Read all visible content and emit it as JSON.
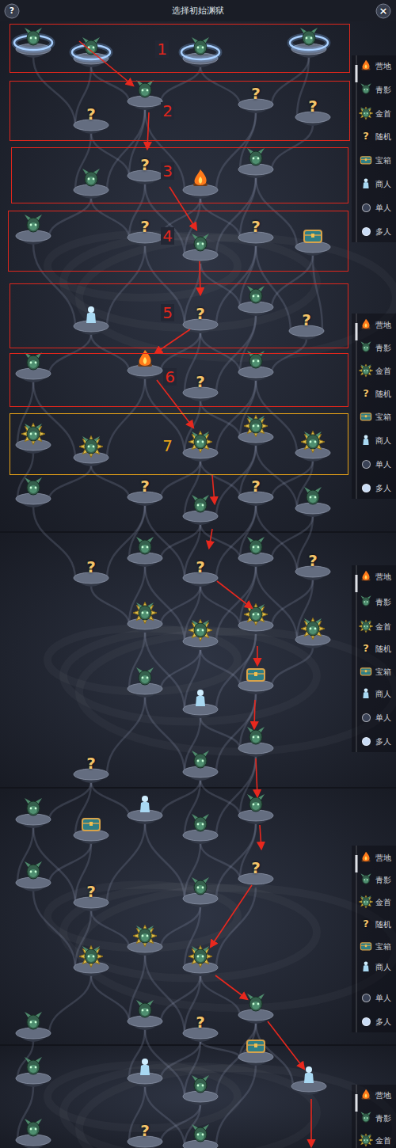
{
  "diagram": {
    "title": "选择初始渊狱",
    "nodes": [
      {
        "text": [
          "1"
        ]
      },
      {
        "text": [
          "2"
        ]
      },
      {
        "text": [
          "3"
        ]
      },
      {
        "text": [
          "4"
        ]
      },
      {
        "text": [
          "5"
        ]
      },
      {
        "text": [
          "6"
        ]
      },
      {
        "text": [
          "7"
        ]
      }
    ],
    "labels": [
      "?",
      "×",
      "?",
      "?",
      "?",
      "?",
      "?",
      "?",
      "?",
      "?",
      "?",
      "?",
      "?",
      "?",
      "?",
      "?",
      "?",
      "?",
      "?",
      "?",
      "?",
      "?",
      "?",
      "?",
      "?"
    ],
    "legend": [
      {
        "text": "营地"
      },
      {
        "text": "青影"
      },
      {
        "text": "金首"
      },
      {
        "text": "随机"
      },
      {
        "text": "宝箱"
      },
      {
        "text": "商人"
      },
      {
        "text": "单人",
        "color": "#3a4256"
      },
      {
        "text": "多人",
        "color": "#c9dcf5"
      },
      {
        "text": "营地"
      },
      {
        "text": "青影"
      },
      {
        "text": "金首"
      },
      {
        "text": "随机"
      },
      {
        "text": "宝箱"
      },
      {
        "text": "商人"
      },
      {
        "text": "单人",
        "color": "#3a4256"
      },
      {
        "text": "多人",
        "color": "#c9dcf5"
      },
      {
        "text": "营地"
      },
      {
        "text": "青影"
      },
      {
        "text": "金首"
      },
      {
        "text": "随机"
      },
      {
        "text": "宝箱"
      },
      {
        "text": "商人"
      },
      {
        "text": "单人",
        "color": "#3a4256"
      },
      {
        "text": "多人",
        "color": "#c9dcf5"
      },
      {
        "text": "营地"
      },
      {
        "text": "青影"
      },
      {
        "text": "金首"
      },
      {
        "text": "随机"
      },
      {
        "text": "宝箱"
      },
      {
        "text": "商人"
      },
      {
        "text": "单人",
        "color": "#3a4256"
      },
      {
        "text": "多人",
        "color": "#c9dcf5"
      },
      {
        "text": "营地"
      },
      {
        "text": "青影"
      },
      {
        "text": "金首"
      }
    ]
  }
}
